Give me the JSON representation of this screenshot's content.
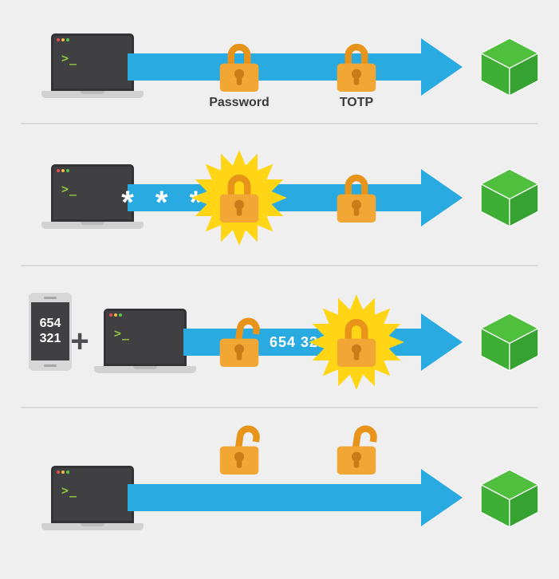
{
  "colors": {
    "background": "#efeff0",
    "divider": "#d9d9d9",
    "arrow_blue": "#29abe2",
    "lock_body": "#f2a633",
    "lock_shackle": "#e8941a",
    "lock_keyhole": "#c97c17",
    "burst_yellow": "#ffd516",
    "cube_top": "#50bf3e",
    "cube_left": "#3fae35",
    "cube_right": "#35a231",
    "terminal_bg": "#403f41",
    "terminal_prompt": "#8dc63f",
    "device_gray": "#d8d7d7",
    "label_dark": "#3b3b3d",
    "arrow_text_white": "#ffffff"
  },
  "terminal": {
    "prompt": ">_"
  },
  "rows": [
    {
      "name": "factors-overview",
      "lock1_label": "Password",
      "lock2_label": "TOTP"
    },
    {
      "name": "password-verification",
      "arrow_text": "* * * *"
    },
    {
      "name": "totp-verification",
      "phone_line1": "654",
      "phone_line2": "321",
      "plus_sign": "+",
      "arrow_text": "654 321"
    },
    {
      "name": "authenticated-session"
    }
  ]
}
